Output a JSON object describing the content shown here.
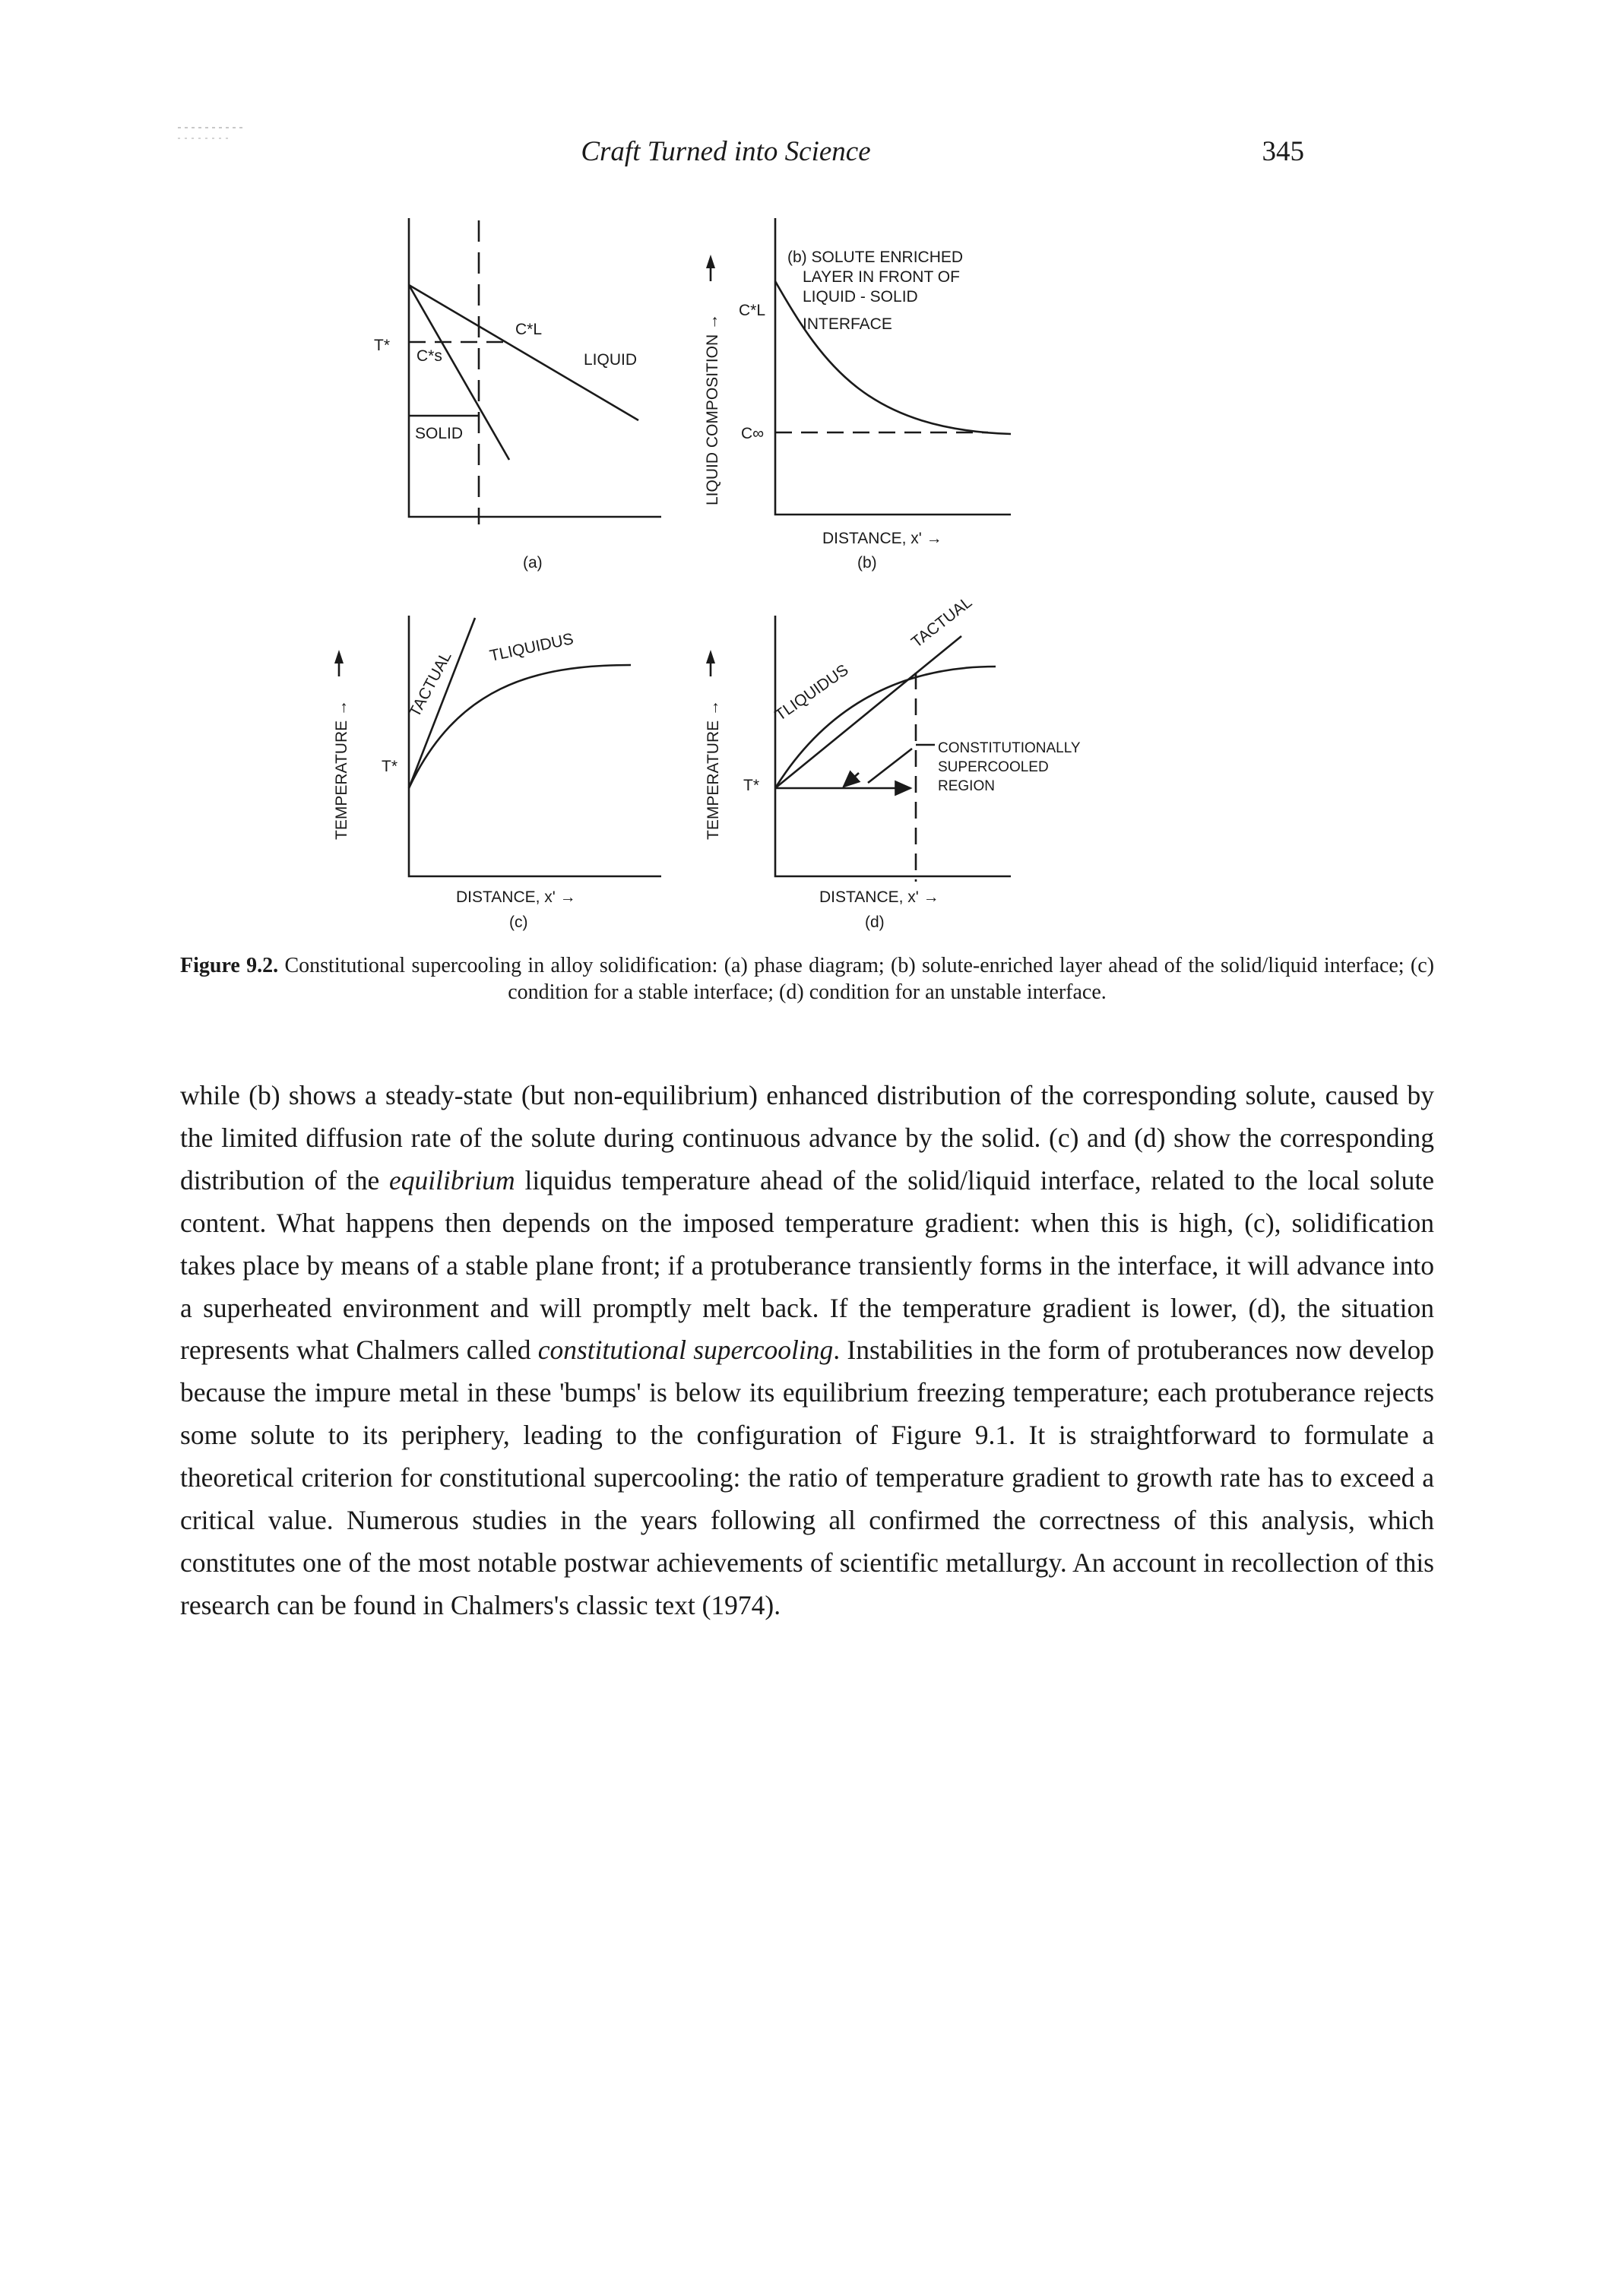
{
  "header": {
    "running_title": "Craft Turned into Science",
    "page_number": "345"
  },
  "figure": {
    "panel_a": {
      "tstar": "T*",
      "cs": "C*s",
      "cl": "C*L",
      "liquid": "LIQUID",
      "solid": "SOLID",
      "panel_label": "(a)"
    },
    "panel_b": {
      "ylabel": "LIQUID COMPOSITION →",
      "cl": "C*L",
      "cinf": "C∞",
      "annotation": [
        "(b) SOLUTE ENRICHED",
        "LAYER IN FRONT OF",
        "LIQUID - SOLID",
        "INTERFACE"
      ],
      "xlabel": "DISTANCE, x' →",
      "panel_label": "(b)"
    },
    "panel_c": {
      "ylabel": "TEMPERATURE →",
      "tstar": "T*",
      "tliquidus": "TLIQUIDUS",
      "tactual": "TACTUAL",
      "xlabel": "DISTANCE, x' →",
      "panel_label": "(c)"
    },
    "panel_d": {
      "ylabel": "TEMPERATURE →",
      "tstar": "T*",
      "tliquidus": "TLIQUIDUS",
      "tactual": "TACTUAL",
      "region": [
        "CONSTITUTIONALLY",
        "SUPERCOOLED",
        "REGION"
      ],
      "xlabel": "DISTANCE, x' →",
      "panel_label": "(d)"
    }
  },
  "caption": {
    "label": "Figure 9.2.",
    "text": " Constitutional supercooling in alloy solidification: (a) phase diagram; (b) solute-enriched layer ahead of the solid/liquid interface; (c) condition for a stable interface; (d) condition for an unstable interface."
  },
  "body": {
    "p1": "while (b) shows a steady-state (but non-equilibrium) enhanced distribution of the corresponding solute, caused by the limited diffusion rate of the solute during continuous advance by the solid. (c) and (d) show the corresponding distribution of the ",
    "p1_em1": "equilibrium",
    "p2": " liquidus temperature ahead of the solid/liquid interface, related to the local solute content. What happens then depends on the imposed temperature gradient: when this is high, (c), solidification takes place by means of a stable plane front; if a protuberance transiently forms in the interface, it will advance into a superheated environment and will promptly melt back. If the temperature gradient is lower, (d), the situation represents what Chalmers called ",
    "p2_em2": "constitutional supercooling",
    "p3": ". Instabilities in the form of protuberances now develop because the impure metal in these 'bumps' is below its equilibrium freezing temperature; each protuberance rejects some solute to its periphery, leading to the configuration of Figure 9.1. It is straightforward to formulate a theoretical criterion for constitutional supercooling: the ratio of temperature gradient to growth rate has to exceed a critical value. Numerous studies in the years following all confirmed the correctness of this analysis, which constitutes one of the most notable postwar achievements of scientific metallurgy. An account in recollection of this research can be found in Chalmers's classic text (1974)."
  }
}
